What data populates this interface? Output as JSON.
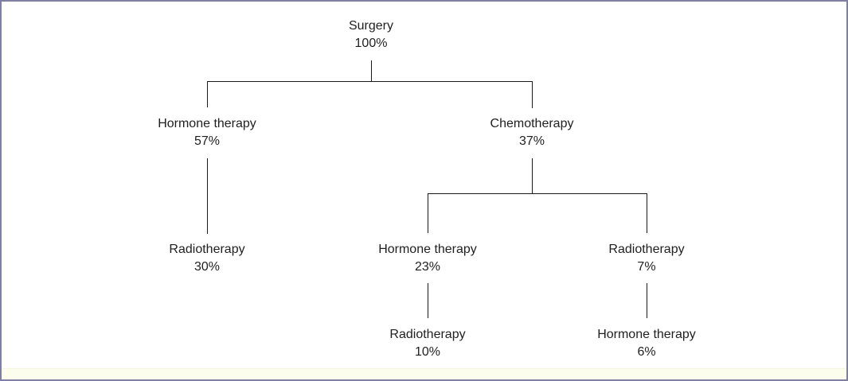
{
  "diagram": {
    "type": "tree",
    "description": "Treatment flow tree with percentages",
    "colors": {
      "line": "#1a1a1a",
      "text": "#1f1f1f",
      "border": "#7e7fa2",
      "background": "#ffffff",
      "bottom_strip": "#fdfdee"
    }
  },
  "tree": {
    "root": {
      "label": "Surgery",
      "value": "100%",
      "children": [
        {
          "label": "Hormone therapy",
          "value": "57%",
          "children": [
            {
              "label": "Radiotherapy",
              "value": "30%",
              "children": []
            }
          ]
        },
        {
          "label": "Chemotherapy",
          "value": "37%",
          "children": [
            {
              "label": "Hormone therapy",
              "value": "23%",
              "children": [
                {
                  "label": "Radiotherapy",
                  "value": "10%",
                  "children": []
                }
              ]
            },
            {
              "label": "Radiotherapy",
              "value": "7%",
              "children": [
                {
                  "label": "Hormone therapy",
                  "value": "6%",
                  "children": []
                }
              ]
            }
          ]
        }
      ]
    },
    "edges": [
      {
        "from": "Surgery 100%",
        "to": "Hormone therapy 57%"
      },
      {
        "from": "Surgery 100%",
        "to": "Chemotherapy 37%"
      },
      {
        "from": "Hormone therapy 57%",
        "to": "Radiotherapy 30%"
      },
      {
        "from": "Chemotherapy 37%",
        "to": "Hormone therapy 23%"
      },
      {
        "from": "Chemotherapy 37%",
        "to": "Radiotherapy 7%"
      },
      {
        "from": "Hormone therapy 23%",
        "to": "Radiotherapy 10%"
      },
      {
        "from": "Radiotherapy 7%",
        "to": "Hormone therapy 6%"
      }
    ]
  }
}
